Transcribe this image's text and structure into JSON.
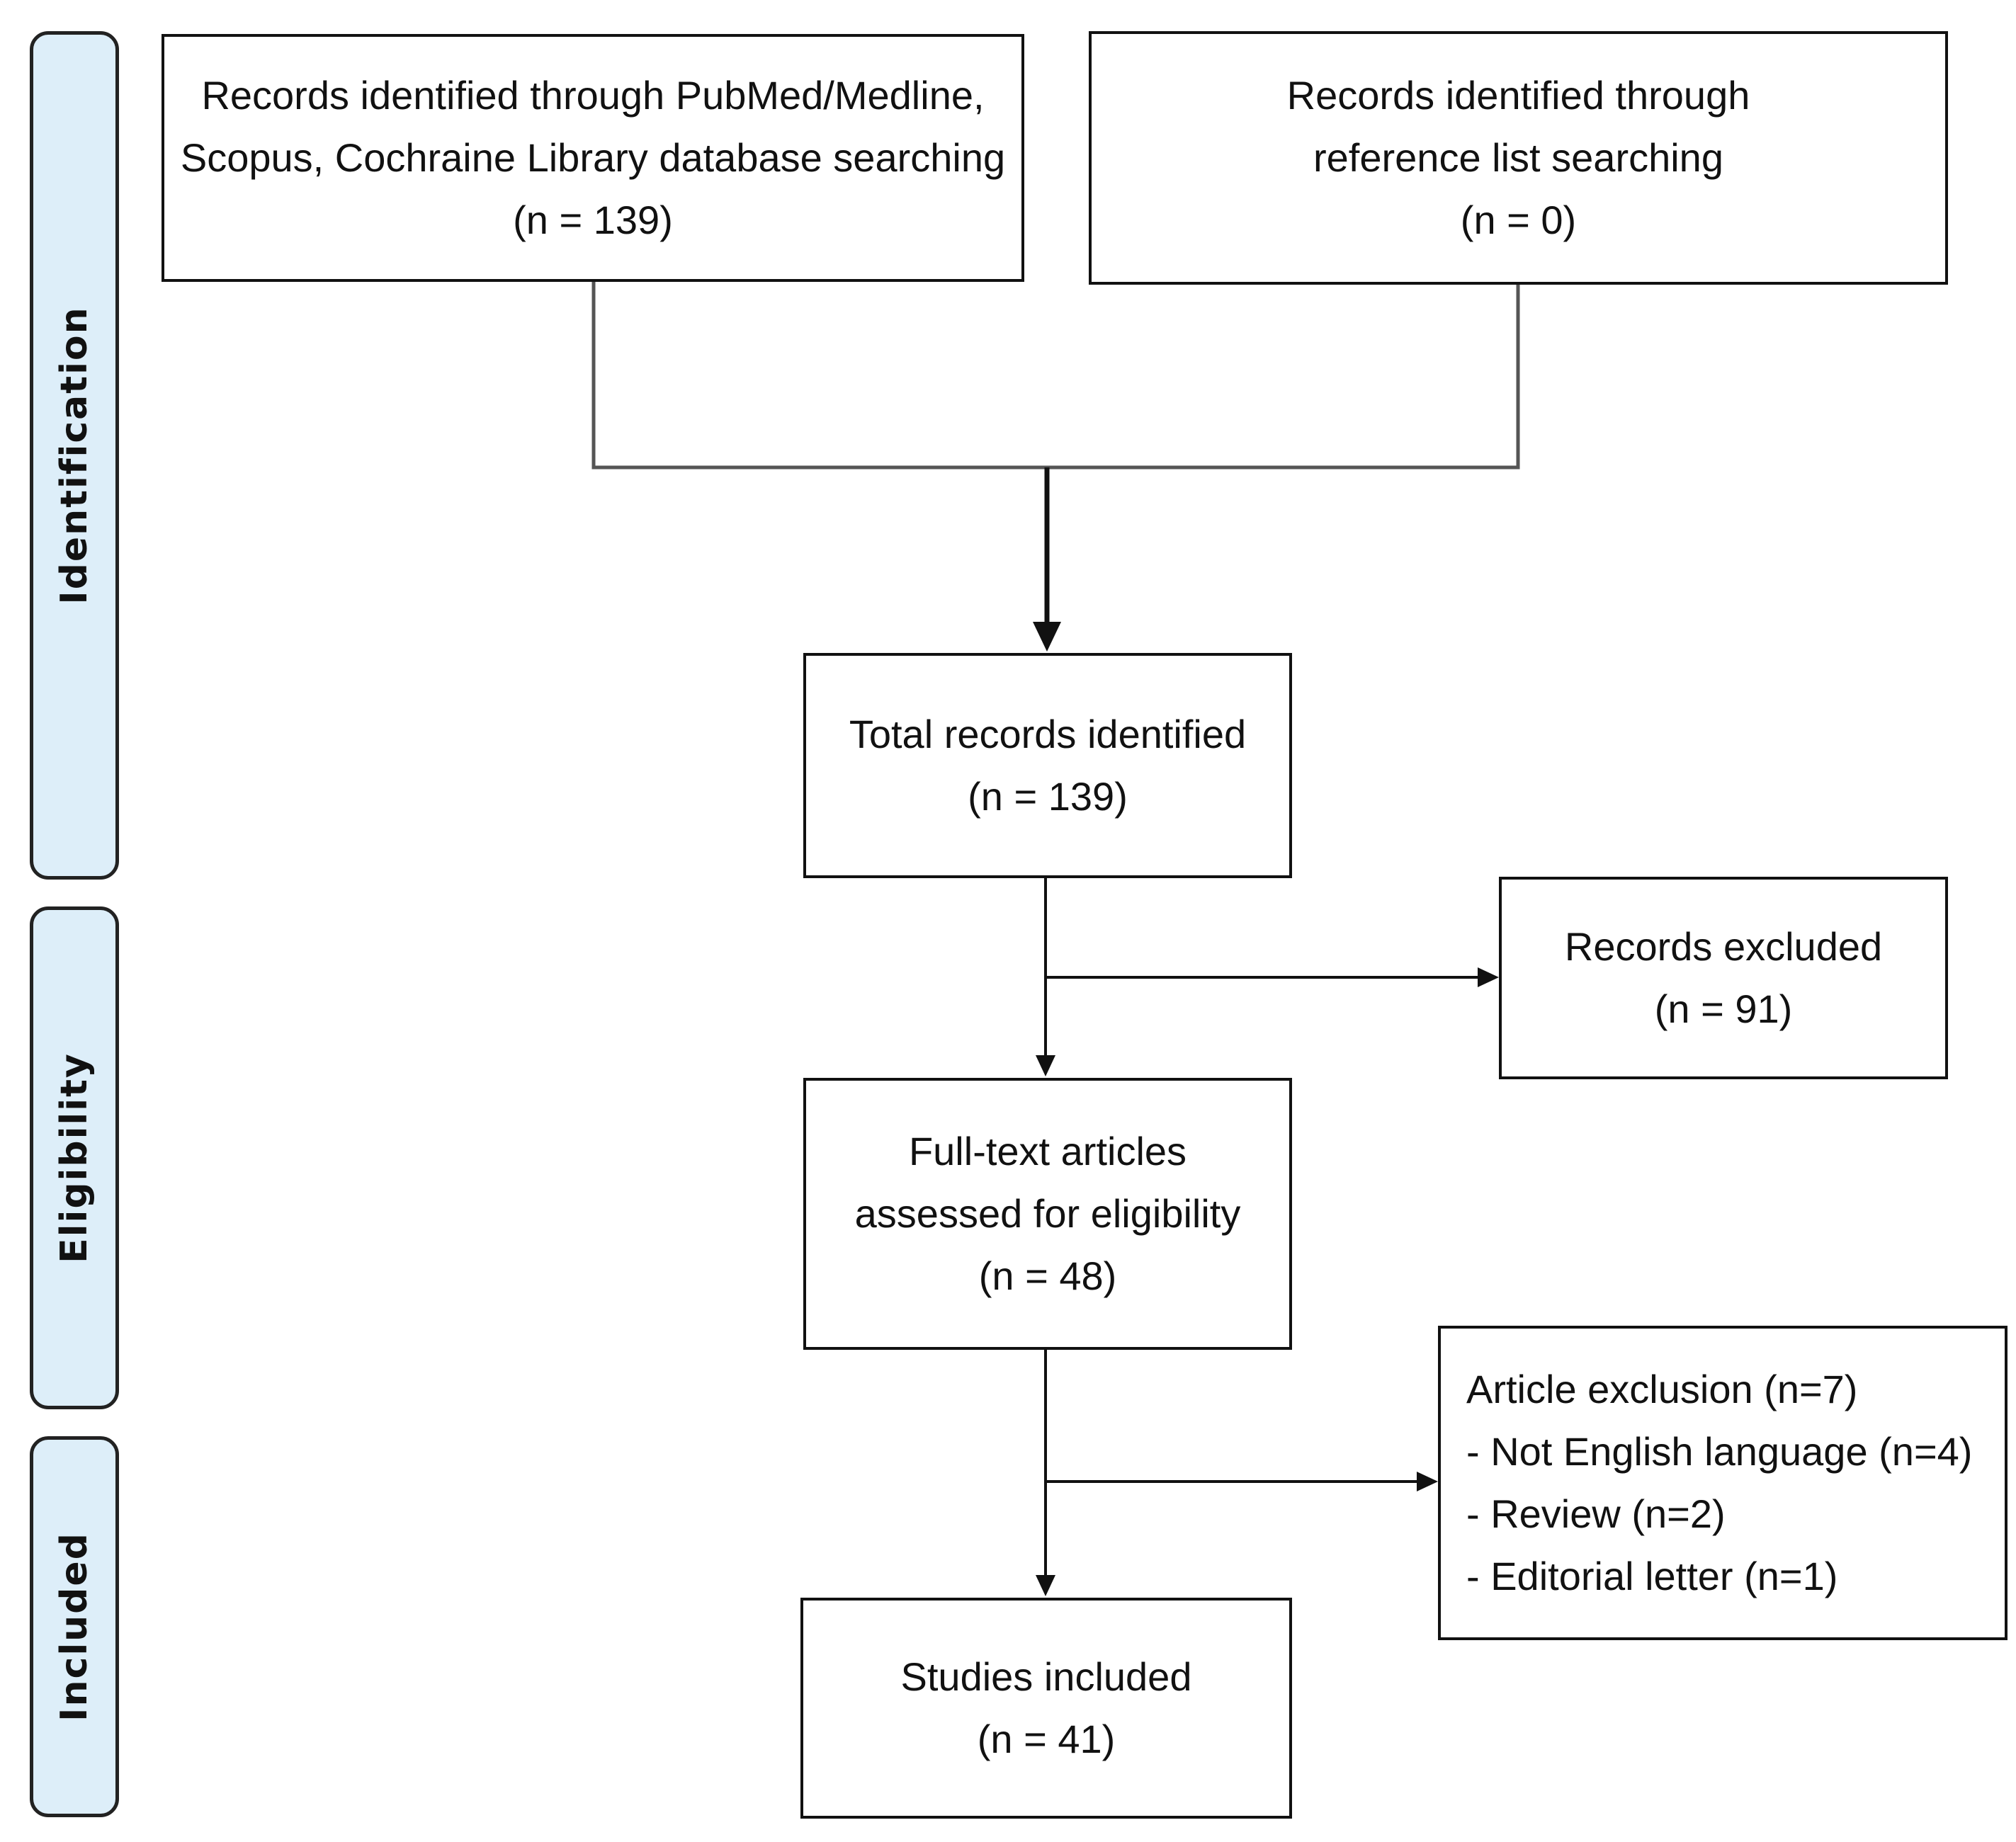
{
  "phases": {
    "identification": "Identification",
    "eligibility": "Eligibility",
    "included": "Included"
  },
  "boxes": {
    "db_search": {
      "line1": "Records identified through PubMed/Medline,",
      "line2": "Scopus, Cochraine Library database searching",
      "count": "(n = 139)"
    },
    "ref_search": {
      "line1": "Records identified through",
      "line2": "reference list searching",
      "count": "(n = 0)"
    },
    "total": {
      "line1": "Total records identified",
      "count": "(n = 139)"
    },
    "excluded": {
      "line1": "Records excluded",
      "count": "(n = 91)"
    },
    "fulltext": {
      "line1": "Full-text articles",
      "line2": "assessed for eligibility",
      "count": "(n = 48)"
    },
    "article_exclusion": {
      "title": "Article exclusion (n=7)",
      "items": [
        "- Not English language (n=4)",
        "- Review (n=2)",
        "- Editorial letter (n=1)"
      ]
    },
    "included": {
      "line1": "Studies included",
      "count": "(n = 41)"
    }
  },
  "colors": {
    "phase_fill": "#ddeef9",
    "stroke": "#111111",
    "connector_grey": "#555555"
  }
}
